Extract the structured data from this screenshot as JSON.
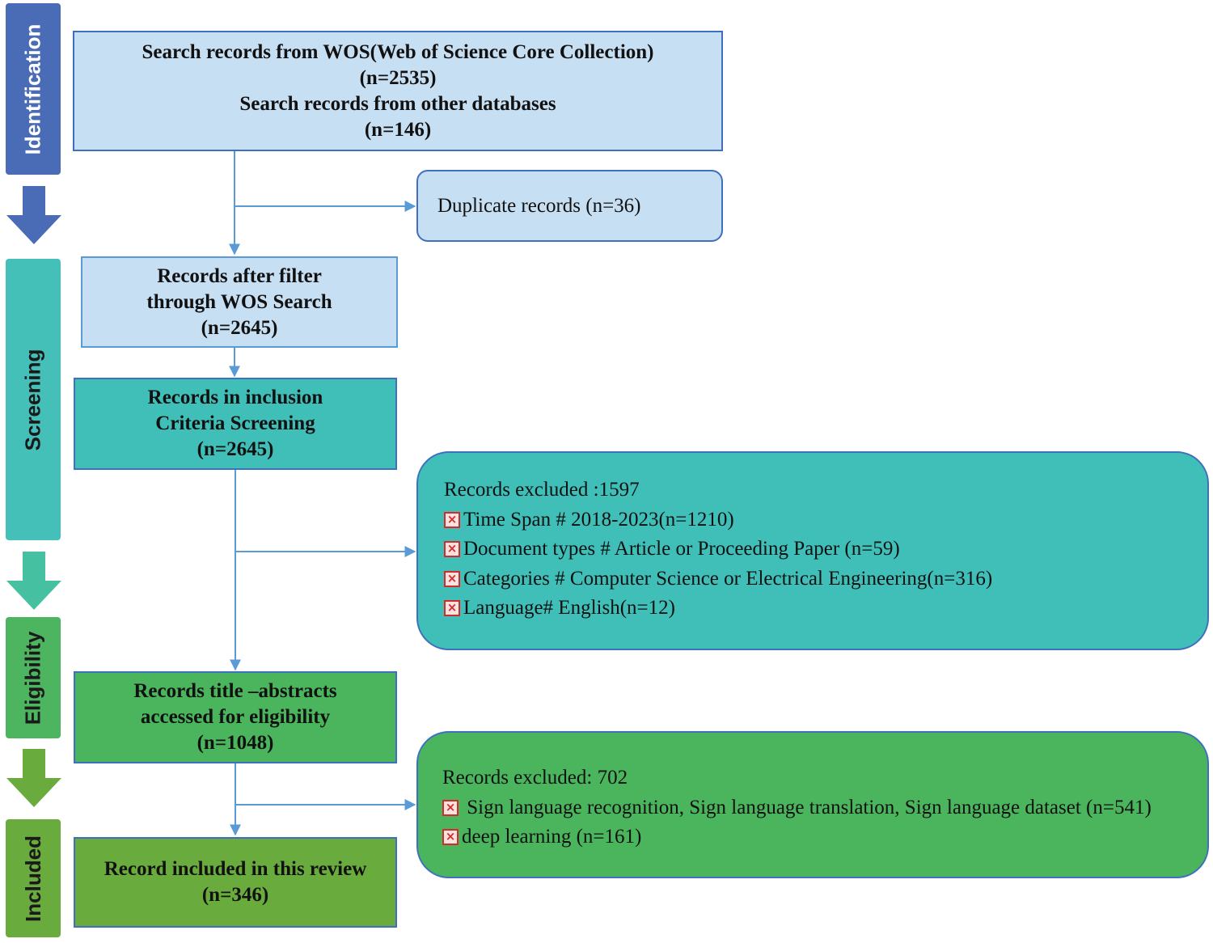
{
  "stages": {
    "identification": "Identification",
    "screening": "Screening",
    "eligibility": "Eligibility",
    "included": "Included"
  },
  "boxes": {
    "search": {
      "line1": "Search records from WOS(Web of Science Core Collection)",
      "line2": "(n=2535)",
      "line3": "Search records from other databases",
      "line4": "(n=146)"
    },
    "duplicates": {
      "text": "Duplicate records (n=36)"
    },
    "after_filter": {
      "line1": "Records after filter",
      "line2": "through WOS Search",
      "line3": "(n=2645)"
    },
    "inclusion": {
      "line1": "Records in inclusion",
      "line2": "Criteria Screening",
      "line3": "(n=2645)"
    },
    "title_abstracts": {
      "line1": "Records title –abstracts",
      "line2": "accessed for eligibility",
      "line3": "(n=1048)"
    },
    "included": {
      "line1": "Record included in this review",
      "line2": "(n=346)"
    }
  },
  "exclusions": {
    "screening": {
      "title": "Records excluded :1597",
      "items": [
        "Time Span # 2018-2023(n=1210)",
        "Document types # Article or Proceeding Paper (n=59)",
        "Categories # Computer Science or Electrical Engineering(n=316)",
        "Language# English(n=12)"
      ]
    },
    "eligibility": {
      "title": "Records excluded: 702",
      "items": [
        " Sign language recognition, Sign language translation, Sign language dataset (n=541)",
        "deep learning (n=161)"
      ]
    }
  },
  "icons": {
    "exclusion_marker": "red-x-checkbox-icon",
    "stage_arrow": "down-arrow-icon"
  },
  "colors": {
    "identification": "#4a6bb5",
    "screening": "#45c0b8",
    "eligibility": "#4db560",
    "included": "#6aab3e",
    "light_blue_box": "#c7dff2",
    "box_border": "#3f6fbf",
    "teal_box": "#3fbfb8",
    "green_box": "#4ab55c",
    "olive_box": "#6aab3e",
    "connector": "#5b9bd5",
    "marker": "#d42a2a"
  }
}
